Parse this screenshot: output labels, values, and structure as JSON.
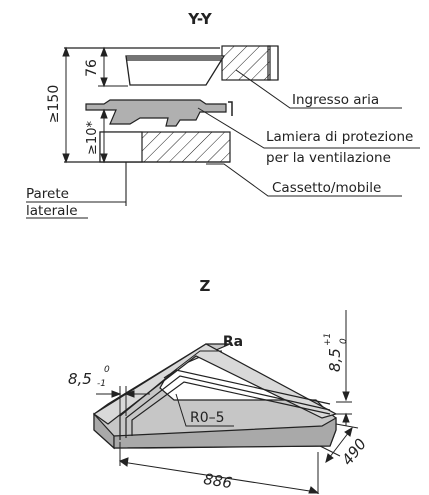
{
  "section_yy": {
    "title": "Y-Y",
    "dim_76": "76",
    "dim_150": "≥150",
    "dim_10": "≥10*",
    "label_air": "Ingresso aria",
    "label_sheet_1": "Lamiera di protezione",
    "label_sheet_2": "per la ventilazione",
    "label_drawer": "Cassetto/mobile",
    "label_wall_1": "Parete",
    "label_wall_2": "laterale"
  },
  "section_z": {
    "title": "Z",
    "label_ra": "Ra",
    "label_radius": "R0–5",
    "dim_886": "886",
    "dim_490": "490",
    "dim_85_left": "8,5",
    "tol_85_left": "-1",
    "tol_85_left_upper": "0",
    "dim_85_right": "8,5",
    "tol_85_right_upper": "+1",
    "tol_85_right_lower": "0"
  },
  "colors": {
    "line": "#222222",
    "part_fill": "#c6c6c6",
    "grey_fill": "#b0b0b0"
  }
}
